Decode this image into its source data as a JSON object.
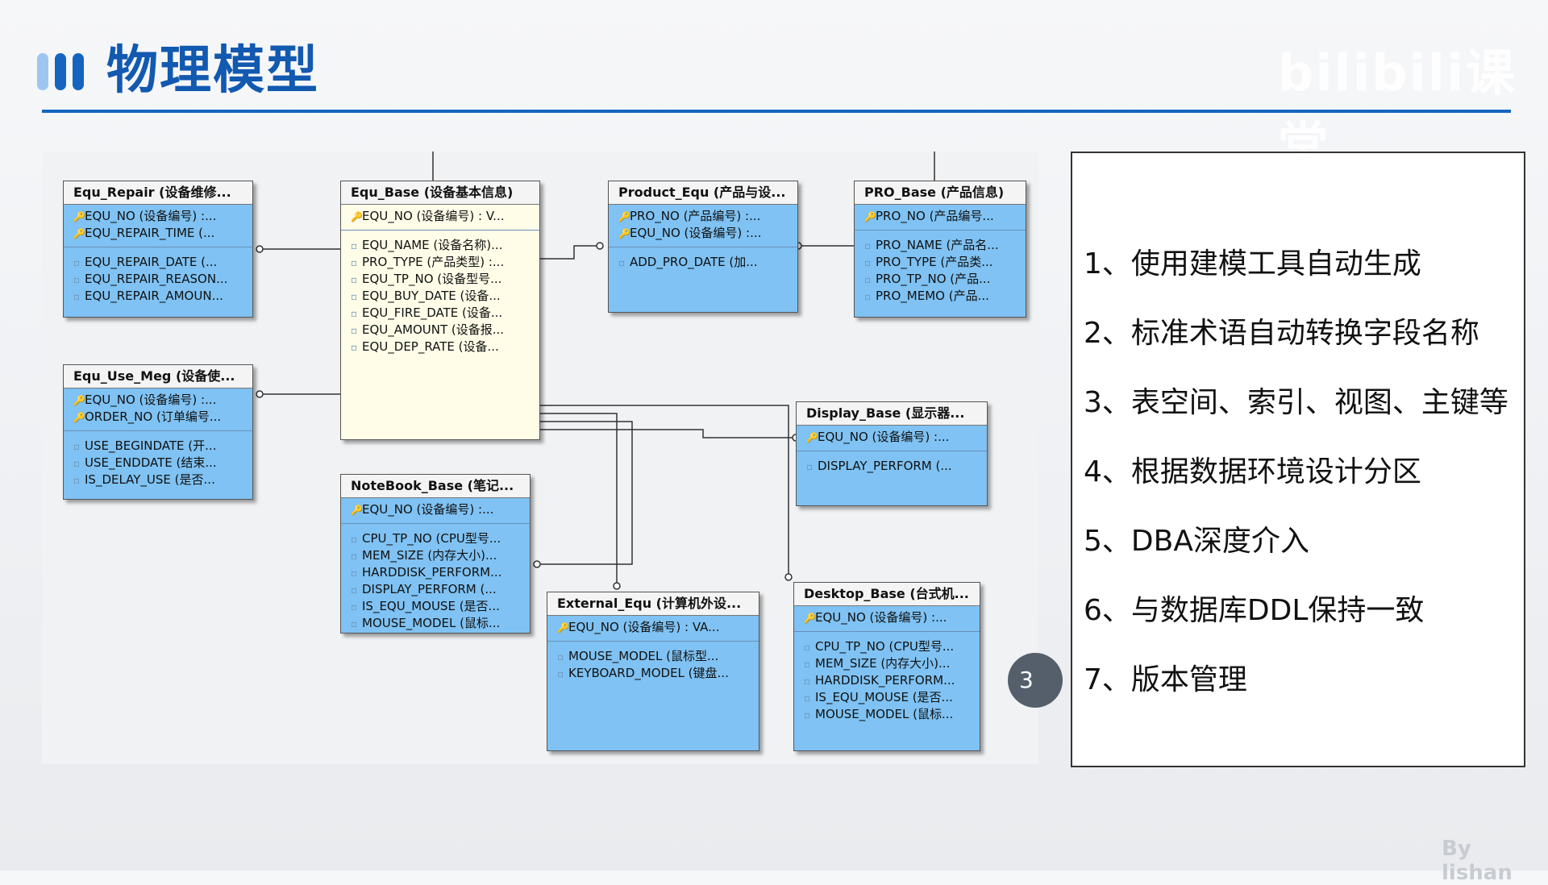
{
  "page": {
    "title": "物理模型",
    "logo_text": "bilibili课堂",
    "page_number": "3",
    "byline": "By lishan"
  },
  "entities": [
    {
      "id": "equ_repair",
      "title": "Equ_Repair (设备维修...",
      "pk": [
        "EQU_NO (设备编号) :...",
        "EQU_REPAIR_TIME (..."
      ],
      "attrs": [
        "EQU_REPAIR_DATE (...",
        "EQU_REPAIR_REASON...",
        "EQU_REPAIR_AMOUN..."
      ]
    },
    {
      "id": "equ_base",
      "title": "Equ_Base (设备基本信息)",
      "pk": [
        "EQU_NO (设备编号) : V..."
      ],
      "attrs": [
        "EQU_NAME (设备名称)...",
        "PRO_TYPE (产品类型) :...",
        "EQU_TP_NO (设备型号...",
        "EQU_BUY_DATE (设备...",
        "EQU_FIRE_DATE (设备...",
        "EQU_AMOUNT (设备报...",
        "EQU_DEP_RATE (设备..."
      ]
    },
    {
      "id": "product_equ",
      "title": "Product_Equ (产品与设...",
      "pk": [
        "PRO_NO (产品编号) :...",
        "EQU_NO (设备编号) :..."
      ],
      "attrs": [
        "ADD_PRO_DATE (加..."
      ]
    },
    {
      "id": "pro_base",
      "title": "PRO_Base (产品信息)",
      "pk": [
        "PRO_NO (产品编号..."
      ],
      "attrs": [
        "PRO_NAME (产品名...",
        "PRO_TYPE (产品类...",
        "PRO_TP_NO (产品...",
        "PRO_MEMO (产品..."
      ]
    },
    {
      "id": "equ_use_meg",
      "title": "Equ_Use_Meg (设备使...",
      "pk": [
        "EQU_NO (设备编号) :...",
        "ORDER_NO (订单编号..."
      ],
      "attrs": [
        "USE_BEGINDATE (开...",
        "USE_ENDDATE (结束...",
        "IS_DELAY_USE (是否..."
      ]
    },
    {
      "id": "display_base",
      "title": "Display_Base (显示器...",
      "pk": [
        "EQU_NO (设备编号) :..."
      ],
      "attrs": [
        "DISPLAY_PERFORM (..."
      ]
    },
    {
      "id": "notebook_base",
      "title": "NoteBook_Base (笔记...",
      "pk": [
        "EQU_NO (设备编号) :..."
      ],
      "attrs": [
        "CPU_TP_NO (CPU型号...",
        "MEM_SIZE (内存大小)...",
        "HARDDISK_PERFORM...",
        "DISPLAY_PERFORM (...",
        "IS_EQU_MOUSE (是否...",
        "MOUSE_MODEL (鼠标..."
      ]
    },
    {
      "id": "external_equ",
      "title": "External_Equ (计算机外设...",
      "pk": [
        "EQU_NO (设备编号) : VA..."
      ],
      "attrs": [
        "MOUSE_MODEL (鼠标型...",
        "KEYBOARD_MODEL (键盘..."
      ]
    },
    {
      "id": "desktop_base",
      "title": "Desktop_Base (台式机...",
      "pk": [
        "EQU_NO (设备编号) :..."
      ],
      "attrs": [
        "CPU_TP_NO (CPU型号...",
        "MEM_SIZE (内存大小)...",
        "HARDDISK_PERFORM...",
        "IS_EQU_MOUSE (是否...",
        "MOUSE_MODEL (鼠标..."
      ]
    }
  ],
  "notes": [
    "1、使用建模工具自动生成",
    "2、标准术语自动转换字段名称",
    "3、表空间、索引、视图、主键等",
    "4、根据数据环境设计分区",
    "5、DBA深度介入",
    "6、与数据库DDL保持一致",
    "7、版本管理"
  ],
  "colors": {
    "entity_fill": "#7fc2f3",
    "base_fill": "#fffde8",
    "accent": "#1565c0"
  },
  "icons": {
    "pk": "key-icon",
    "attr": "attribute-dot-icon"
  }
}
